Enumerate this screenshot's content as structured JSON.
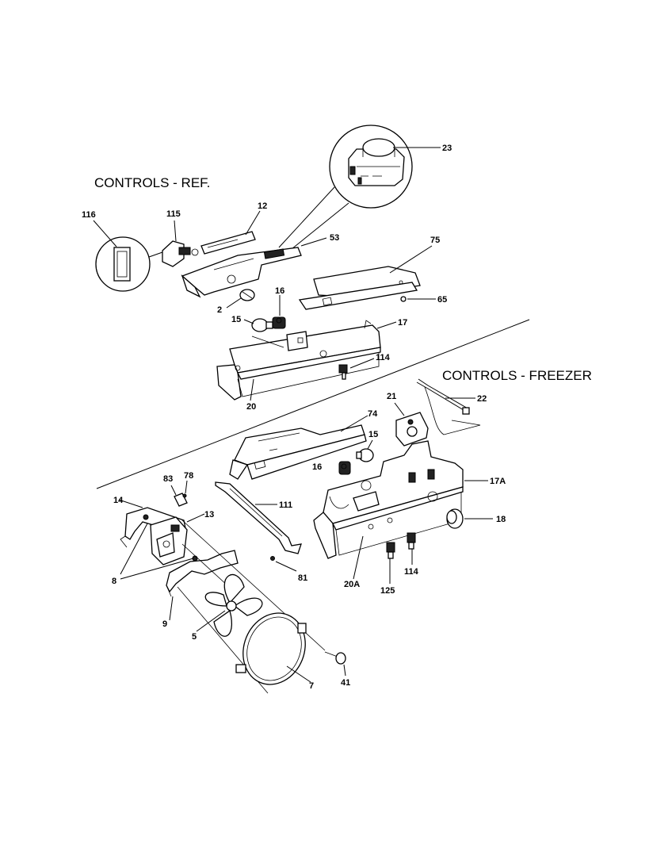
{
  "corner_note": "",
  "sections": {
    "ref_title": "CONTROLS - REF.",
    "freezer_title": "CONTROLS - FREEZER"
  },
  "labels": {
    "p23": "23",
    "p116": "116",
    "p115": "115",
    "p12": "12",
    "p53": "53",
    "p75": "75",
    "p65": "65",
    "p2": "2",
    "p16a": "16",
    "p15a": "15",
    "p17": "17",
    "p114a": "114",
    "p20": "20",
    "p22": "22",
    "p21": "21",
    "p74": "74",
    "p15b": "15",
    "p16b": "16",
    "p17a": "17A",
    "p83": "83",
    "p78": "78",
    "p14": "14",
    "p13": "13",
    "p111": "111",
    "p18": "18",
    "p8": "8",
    "p81": "81",
    "p9": "9",
    "p20a": "20A",
    "p125": "125",
    "p114b": "114",
    "p5": "5",
    "p41": "41",
    "p7": "7"
  }
}
